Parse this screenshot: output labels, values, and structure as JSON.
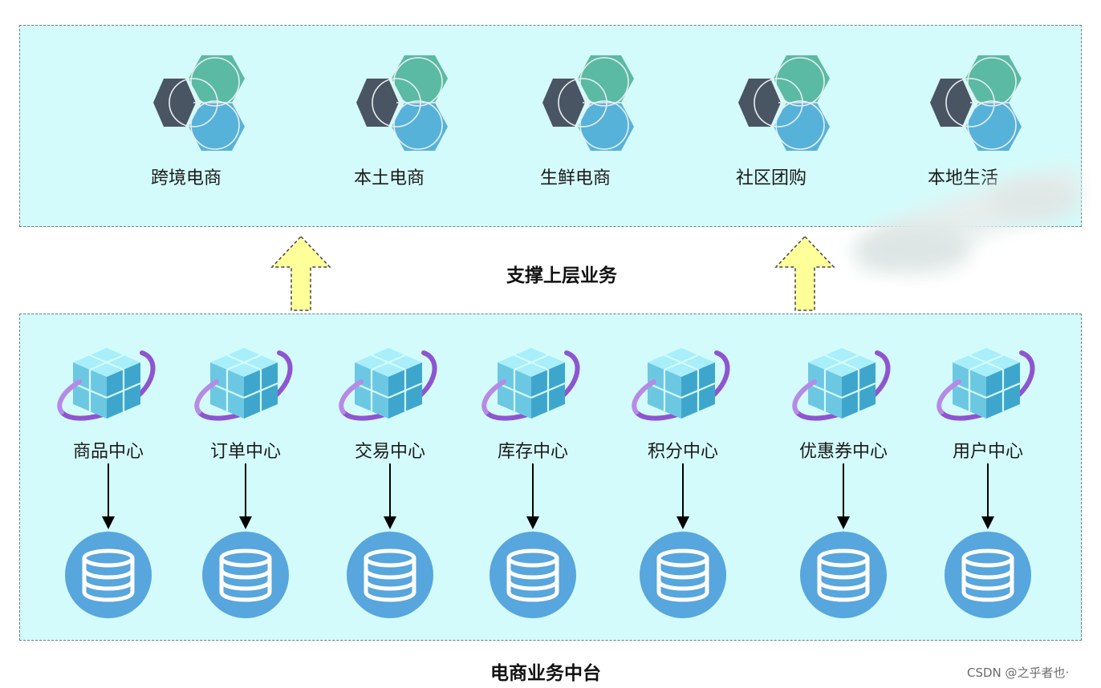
{
  "diagram": {
    "top_caption": "支撑上层业务",
    "bottom_caption": "电商业务中台",
    "watermark": "CSDN @之乎者也·",
    "business_lines": [
      {
        "label": "跨境电商",
        "icon": "hexagon-cluster-icon"
      },
      {
        "label": "本土电商",
        "icon": "hexagon-cluster-icon"
      },
      {
        "label": "生鲜电商",
        "icon": "hexagon-cluster-icon"
      },
      {
        "label": "社区团购",
        "icon": "hexagon-cluster-icon"
      },
      {
        "label": "本地生活",
        "icon": "hexagon-cluster-icon"
      }
    ],
    "centers": [
      {
        "label": "商品中心",
        "icon": "cube-orbit-icon",
        "store_icon": "database-icon"
      },
      {
        "label": "订单中心",
        "icon": "cube-orbit-icon",
        "store_icon": "database-icon"
      },
      {
        "label": "交易中心",
        "icon": "cube-orbit-icon",
        "store_icon": "database-icon"
      },
      {
        "label": "库存中心",
        "icon": "cube-orbit-icon",
        "store_icon": "database-icon"
      },
      {
        "label": "积分中心",
        "icon": "cube-orbit-icon",
        "store_icon": "database-icon"
      },
      {
        "label": "优惠券中心",
        "icon": "cube-orbit-icon",
        "store_icon": "database-icon"
      },
      {
        "label": "用户中心",
        "icon": "cube-orbit-icon",
        "store_icon": "database-icon"
      }
    ],
    "colors": {
      "panel_fill": "#d4fbfb",
      "hex_dark": "#4a5563",
      "hex_green": "#5bbaa4",
      "hex_blue": "#57b2d9",
      "cube_light": "#8fe2f4",
      "orbit_purple": "#8e55d0",
      "db_blue": "#57a6dd",
      "arrow_yellow": "#ffff99"
    }
  }
}
